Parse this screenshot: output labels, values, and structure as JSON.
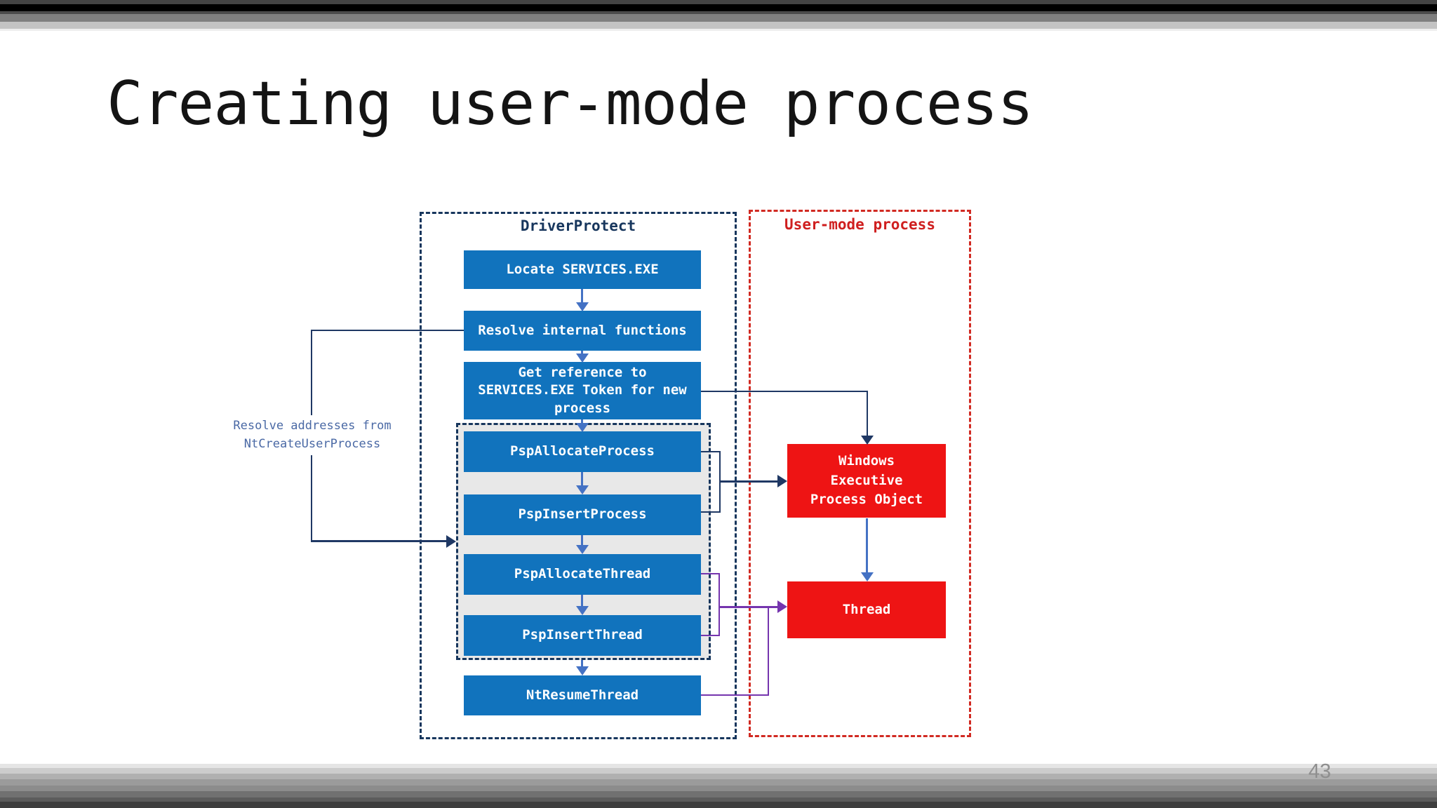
{
  "slide": {
    "title": "Creating user-mode process",
    "page_number": "43"
  },
  "diagram": {
    "driver_protect": {
      "label": "DriverProtect",
      "boxes": {
        "locate": "Locate SERVICES.EXE",
        "resolve_internal": "Resolve internal functions",
        "get_reference": "Get reference to SERVICES.EXE Token for new process",
        "psp_allocate_process": "PspAllocateProcess",
        "psp_insert_process": "PspInsertProcess",
        "psp_allocate_thread": "PspAllocateThread",
        "psp_insert_thread": "PspInsertThread",
        "nt_resume_thread": "NtResumeThread"
      }
    },
    "user_mode": {
      "label": "User-mode process",
      "boxes": {
        "process_object": "Windows Executive Process Object",
        "thread": "Thread"
      }
    },
    "side_note": "Resolve addresses from NtCreateUserProcess",
    "colors": {
      "step_box": "#1173bd",
      "result_box": "#ee1414",
      "navy_line": "#1f3864",
      "steel_arrow": "#4472c4",
      "purple_line": "#7535ae",
      "red_border": "#d12a22",
      "note_text": "#4a69a5"
    }
  }
}
